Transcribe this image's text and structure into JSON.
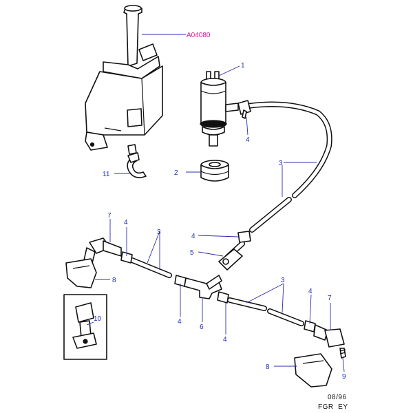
{
  "reference_code": "A04080",
  "callouts": {
    "c1": "1",
    "c2": "2",
    "c3": "3",
    "c4": "4",
    "c5": "5",
    "c6": "6",
    "c7": "7",
    "c8": "8",
    "c9": "9",
    "c10": "10",
    "c11": "11"
  },
  "footer": {
    "date": "08/96",
    "code": "FGR  EY"
  },
  "colors": {
    "callout": "#1f2bb8",
    "reference": "#e0169a",
    "line": "#111111"
  }
}
